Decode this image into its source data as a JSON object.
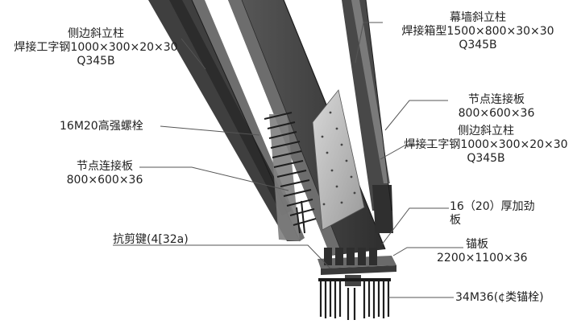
{
  "labels": {
    "left_column": {
      "line1": "侧边斜立柱",
      "line2": "焊接工字钢1000×300×20×30",
      "line3": "Q345B"
    },
    "curtain_column": {
      "line1": "幕墙斜立柱",
      "line2": "焊接箱型1500×800×30×30",
      "line3": "Q345B"
    },
    "bolts": {
      "line1": "16M20高强螺栓"
    },
    "node_plate_right": {
      "line1": "节点连接板",
      "line2": "800×600×36"
    },
    "right_column": {
      "line1": "侧边斜立柱",
      "line2": "焊接工字钢1000×300×20×30",
      "line3": "Q345B"
    },
    "node_plate_left": {
      "line1": "节点连接板",
      "line2": "800×600×36"
    },
    "stiffener": {
      "line1": "16（20）厚加劲",
      "line2": "板"
    },
    "shear_key": {
      "line1": "抗剪键(4[32a)"
    },
    "anchor_plate": {
      "line1": "锚板",
      "line2": "2200×1100×36"
    },
    "anchor_bolts": {
      "line1": "34M36(¢类锚栓)"
    }
  },
  "colors": {
    "steel_dark": "#3d3d3d",
    "steel_mid": "#6a6a6a",
    "steel_light": "#a8a8a8",
    "plate": "#8c8c8c",
    "leader": "#555555"
  }
}
